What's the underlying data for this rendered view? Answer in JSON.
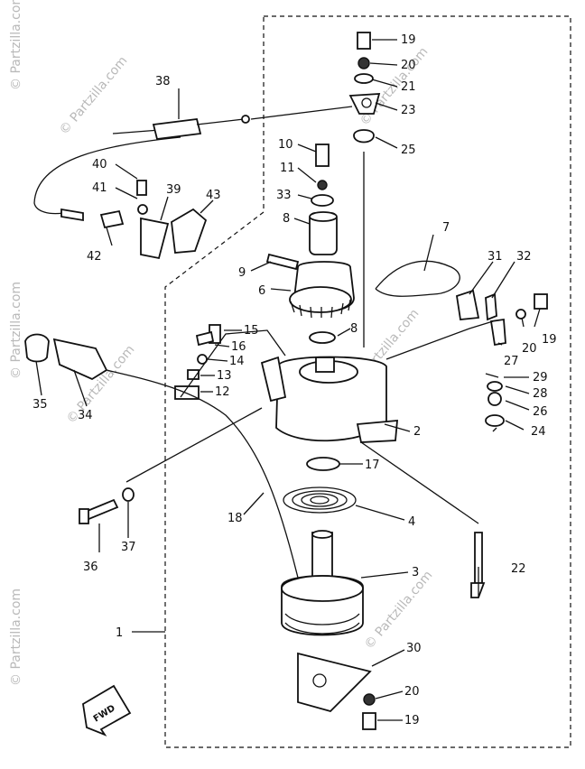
{
  "watermarks": [
    "© Partzilla.com",
    "© Partzilla.com",
    "© Partzilla.com",
    "© Partzilla.com",
    "© Partzilla.com",
    "© Partzilla.com",
    "© Partzilla.com",
    "© Partzilla.com"
  ],
  "fwd_label": "FWD",
  "callouts": [
    "1",
    "2",
    "3",
    "4",
    "6",
    "7",
    "8",
    "8",
    "9",
    "10",
    "11",
    "12",
    "13",
    "14",
    "15",
    "16",
    "17",
    "18",
    "19",
    "19",
    "19",
    "20",
    "20",
    "20",
    "21",
    "22",
    "23",
    "24",
    "25",
    "26",
    "27",
    "28",
    "29",
    "30",
    "31",
    "32",
    "33",
    "34",
    "35",
    "36",
    "37",
    "38",
    "39",
    "40",
    "41",
    "42",
    "43"
  ]
}
